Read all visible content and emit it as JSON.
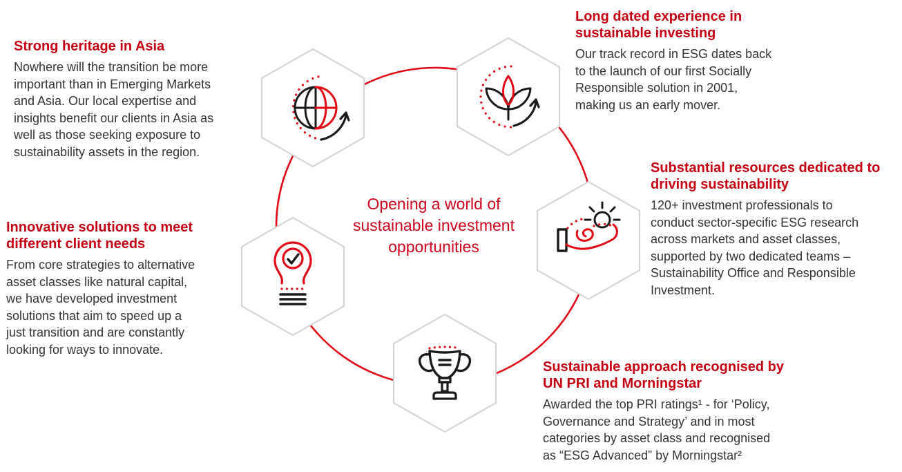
{
  "center": {
    "title": "Opening a world of\nsustainable investment\nopportunities"
  },
  "blocks": {
    "heritage": {
      "heading": "Strong heritage in Asia",
      "body": "Nowhere will the transition be more\nimportant than in Emerging Markets\nand Asia. Our local expertise and\ninsights benefit our clients in Asia as\nwell as those seeking exposure to\nsustainability assets in the region."
    },
    "experience": {
      "heading": "Long dated experience in\nsustainable investing",
      "body": "Our track record in ESG dates back\nto the launch of our first Socially\nResponsible solution in 2001,\nmaking us an early mover."
    },
    "resources": {
      "heading": "Substantial resources dedicated to\ndriving sustainability",
      "body": "120+ investment professionals to\nconduct sector-specific ESG research\nacross markets and asset classes,\nsupported by two dedicated teams –\nSustainability Office and Responsible\nInvestment."
    },
    "recognition": {
      "heading": "Sustainable approach recognised by\nUN PRI and Morningstar",
      "body": "Awarded the top PRI ratings¹ - for ‘Policy,\nGovernance and Strategy’ and in most\ncategories by asset class and recognised\nas “ESG Advanced” by Morningstar²"
    },
    "innovation": {
      "heading": "Innovative solutions to meet\ndifferent client needs",
      "body": "From core strategies to alternative\nasset classes like natural capital,\nwe have developed investment\nsolutions that aim to speed up a\njust transition and are constantly\nlooking for ways to innovate."
    }
  },
  "diagram": {
    "icons": [
      "globe-icon",
      "plant-icon",
      "hand-sun-icon",
      "trophy-icon",
      "lightbulb-check-icon"
    ],
    "colors": {
      "heading_red": "#c60011",
      "center_text_red": "#d0021b",
      "graphic_red": "#e30613",
      "icon_black": "#1a1a1a",
      "hexagon_border": "#d5d5d5",
      "body_text": "#333333"
    }
  }
}
